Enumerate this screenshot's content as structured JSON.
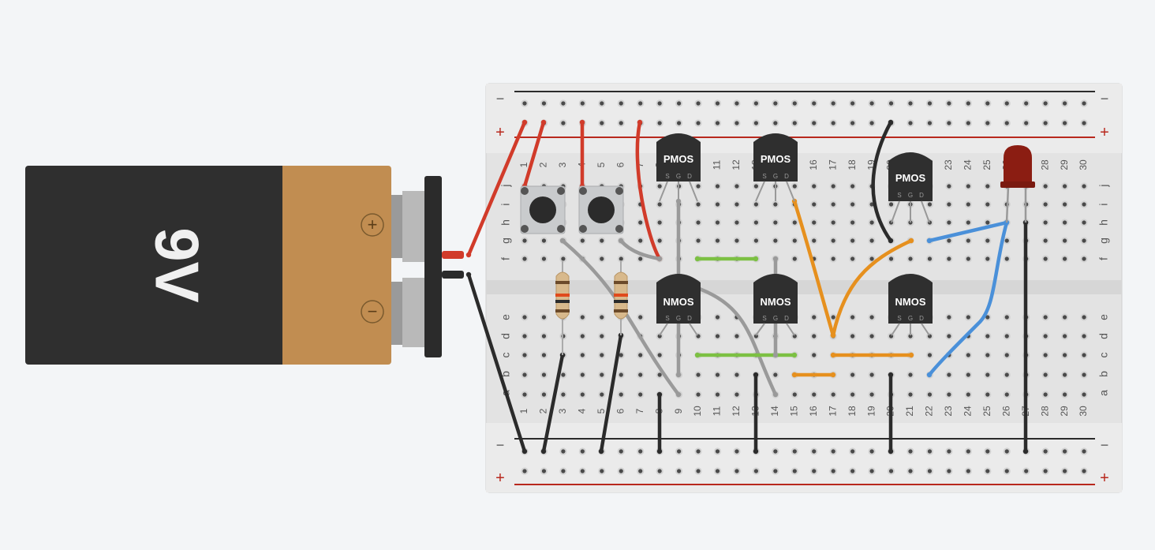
{
  "battery": {
    "label": "9V",
    "plus_symbol": "+",
    "minus_symbol": "−"
  },
  "rail": {
    "minus_symbol": "−",
    "plus_symbol": "+"
  },
  "row_letters_top": [
    "j",
    "i",
    "h",
    "g",
    "f"
  ],
  "row_letters_bottom": [
    "e",
    "d",
    "c",
    "b",
    "a"
  ],
  "column_numbers": [
    "1",
    "2",
    "3",
    "4",
    "5",
    "6",
    "7",
    "8",
    "9",
    "10",
    "11",
    "12",
    "13",
    "14",
    "15",
    "16",
    "17",
    "18",
    "19",
    "20",
    "21",
    "22",
    "23",
    "24",
    "25",
    "26",
    "27",
    "28",
    "29",
    "30"
  ],
  "transistors": [
    {
      "label": "PMOS",
      "pins": [
        "S",
        "G",
        "D"
      ]
    },
    {
      "label": "PMOS",
      "pins": [
        "S",
        "G",
        "D"
      ]
    },
    {
      "label": "PMOS",
      "pins": [
        "S",
        "G",
        "D"
      ]
    },
    {
      "label": "NMOS",
      "pins": [
        "S",
        "G",
        "D"
      ]
    },
    {
      "label": "NMOS",
      "pins": [
        "S",
        "G",
        "D"
      ]
    },
    {
      "label": "NMOS",
      "pins": [
        "S",
        "G",
        "D"
      ]
    }
  ],
  "colors": {
    "wire_red": "#d13b2a",
    "wire_black": "#2b2b2b",
    "wire_gray": "#9a9a9a",
    "wire_orange": "#e6901e",
    "wire_green": "#7cc043",
    "wire_blue": "#4a90d9",
    "led": "#8b1d12",
    "battery_body": "#2f2f2f",
    "battery_cap": "#c18d51"
  }
}
